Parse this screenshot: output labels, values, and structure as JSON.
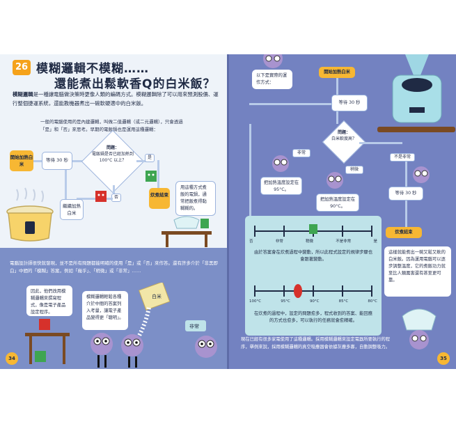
{
  "left_page": {
    "chapter_number": "26",
    "title_line1": "模糊邏輯不模糊……",
    "title_line2": "還能煮出鬆軟香Q的白米飯？",
    "intro_bold": "模糊邏輯",
    "intro_text": "是一種讓電腦做決策時更像人類的編碼方式。模糊邏輯除了可以用來預測股價、運行整個捷運系統，還能教機器煮出一碗軟硬適中的白米飯。",
    "note_text": "一般的電腦使用的是內建邏輯，叫做二值邏輯（或二元邏輯），只會透過「是」和「否」來思考。早期的電飯鍋也是運用這種邏輯：",
    "flow": {
      "start_label": "開始加熱白米",
      "wait_label": "等待 30 秒",
      "question_title": "問題：",
      "question_text": "電飯鍋是否已經加熱到 100°C 以上？",
      "yes_label": "是",
      "no_label": "否",
      "continue_label": "繼續加熱白米",
      "end_label": "炊煮結束"
    },
    "speech_cooker": "用這種方式煮飯的電鍋，通常把飯煮得黏糊糊的。",
    "paragraph": "電腦設計師很快就發現，並不是所有問題都能明確的使用「是」或「否」來作答。還有許多介於「非黑即白」中間的「模糊」答案，例如「幾乎」、「稍微」或「非常」……",
    "speech_1": "因此，他們改用模糊邏輯來撰寫程式，像是電子產品設定程序。",
    "speech_2": "模糊邏輯輕鬆各種介於中間的答案列入考量，讓電子產品變得更「聰明」。",
    "sign_label": "非常",
    "box_label": "白米",
    "page_number": "34"
  },
  "right_page": {
    "speech_top": "以下是實際的運作方式：",
    "flow": {
      "start_label": "開始加熱白米",
      "wait_label": "等待 30 秒",
      "question_title": "問題：",
      "question_text": "白米軟度高？",
      "very_label": "非常",
      "slightly_label": "稍微",
      "not_very_label": "不是非常",
      "action_very": "把加熱溫度設定在 95°C。",
      "action_slightly": "把加熱溫度設定在 90°C。",
      "wait_label2": "等待 30 秒",
      "end_label": "炊煮結束"
    },
    "scale1": {
      "ticks": [
        "否",
        "非常",
        "稍微",
        "不是非常",
        "是"
      ]
    },
    "panel1_text": "由於答案會在炊煮過程中變動，所以此程式設定的規律步驟也會跟著變動。",
    "scale2": {
      "ticks": [
        "100°C",
        "95°C",
        "90°C",
        "85°C",
        "80°C"
      ]
    },
    "panel2_text": "在炊煮的過程中，設定的問題愈多，程式收到的答案、能回應的方式也愈多，可以執行的任務就會愈精確。",
    "speech_result": "這樣就能煮出一碗又鬆又軟的白米飯。因為運用電腦可以逐步調整溫度，它的煮飯功力就至比人類厲害還有甚至更可靠。",
    "paragraph": "現在已經有很多家電使用了這種邏輯。採用模糊邏輯來設定電器所要執行的程序，舉例來說，採用模糊邏輯的真空吸塵器會依據灰塵多寡，自動調整吸力。",
    "page_number": "35"
  }
}
